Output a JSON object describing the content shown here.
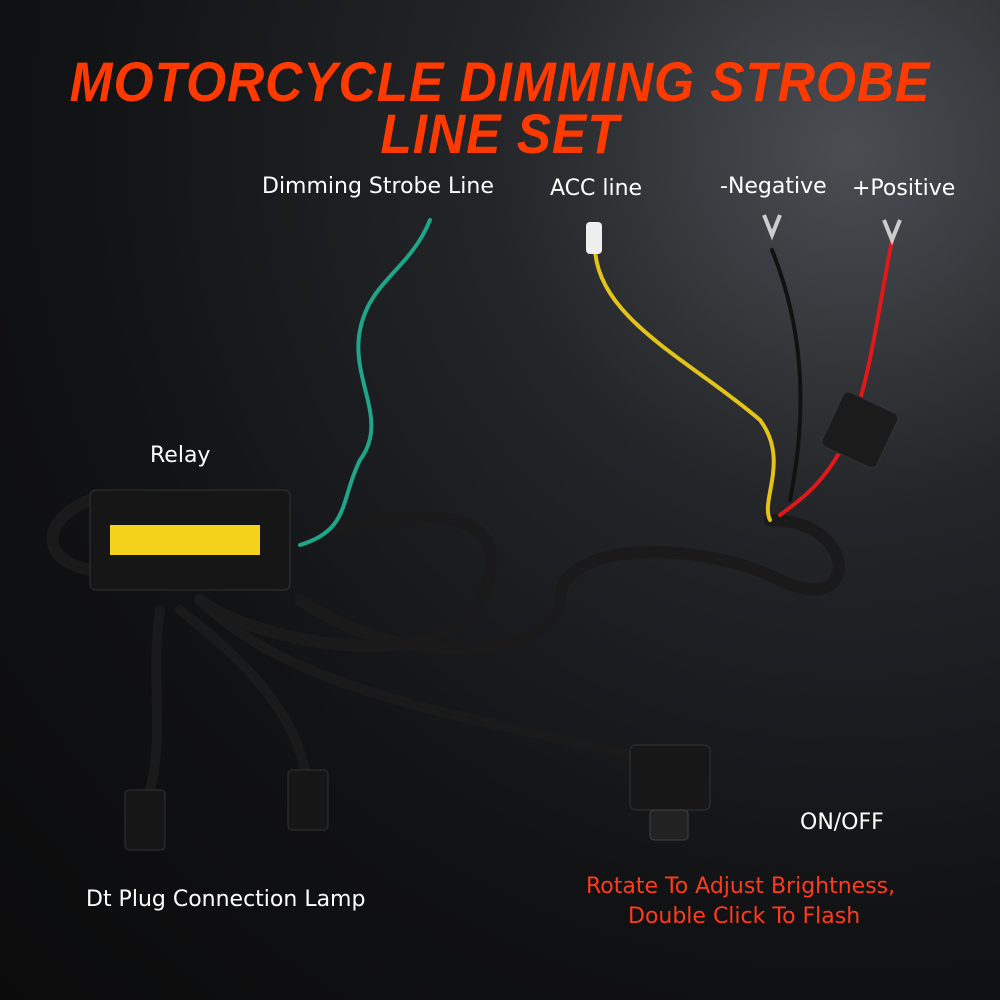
{
  "title": {
    "line1": "MOTORCYCLE DIMMING STROBE",
    "line2": "LINE SET"
  },
  "labels": {
    "dimming_strobe": "Dimming Strobe Line",
    "acc": "ACC line",
    "negative": "-Negative",
    "positive": "+Positive",
    "relay": "Relay",
    "on_off": "ON/OFF",
    "dt_plug": "Dt Plug Connection Lamp",
    "rotate": "Rotate To Adjust Brightness,",
    "double_click": "Double Click To Flash"
  },
  "colors": {
    "title": "#ff3a00",
    "note": "#ff3b1f",
    "green_wire": "#1fa58a",
    "yellow_wire": "#e3c21a",
    "red_wire": "#e01818",
    "relay_label": "#f4d21c"
  }
}
